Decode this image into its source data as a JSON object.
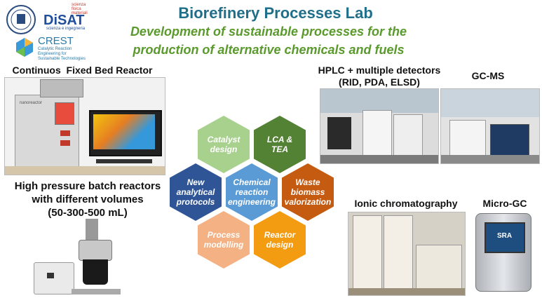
{
  "header": {
    "title": "Biorefinery Processes Lab",
    "subtitle_line1": "Development of sustainable processes for the",
    "subtitle_line2": "production of alternative chemicals and fuels"
  },
  "logos": {
    "disat_main": "DiSAT",
    "disat_lines": [
      "scienza",
      "fisica",
      "materiali"
    ],
    "disat_sub": "scienza e ingegneria",
    "crest_main": "CREST",
    "crest_sub": [
      "Catalytic Reaction",
      "Engineering for",
      "Sustainable Technologies"
    ]
  },
  "equipment": {
    "fixed_bed": "Continuos  Fixed Bed Reactor",
    "batch_line1": "High pressure batch reactors",
    "batch_line2": "with different volumes",
    "batch_line3": "(50-300-500 mL)",
    "hplc_line1": "HPLC + multiple detectors",
    "hplc_line2": "(RID, PDA, ELSD)",
    "gcms": "GC-MS",
    "ionic": "Ionic chromatography",
    "microgc": "Micro-GC"
  },
  "hexagons": [
    {
      "l1": "Catalyst",
      "l2": "design",
      "l3": "",
      "color": "#a9d18e"
    },
    {
      "l1": "LCA &",
      "l2": "TEA",
      "l3": "",
      "color": "#548235"
    },
    {
      "l1": "New",
      "l2": "analytical",
      "l3": "protocols",
      "color": "#2f5597"
    },
    {
      "l1": "Chemical",
      "l2": "reaction",
      "l3": "engineering",
      "color": "#5b9bd5"
    },
    {
      "l1": "Waste",
      "l2": "biomass",
      "l3": "valorization",
      "color": "#c55a11"
    },
    {
      "l1": "Process",
      "l2": "modelling",
      "l3": "",
      "color": "#f4b183"
    },
    {
      "l1": "Reactor",
      "l2": "design",
      "l3": "",
      "color": "#f39c12"
    }
  ],
  "device_text": {
    "reactor_panel": "nanoreactor",
    "microgc_brand": "SRA"
  }
}
